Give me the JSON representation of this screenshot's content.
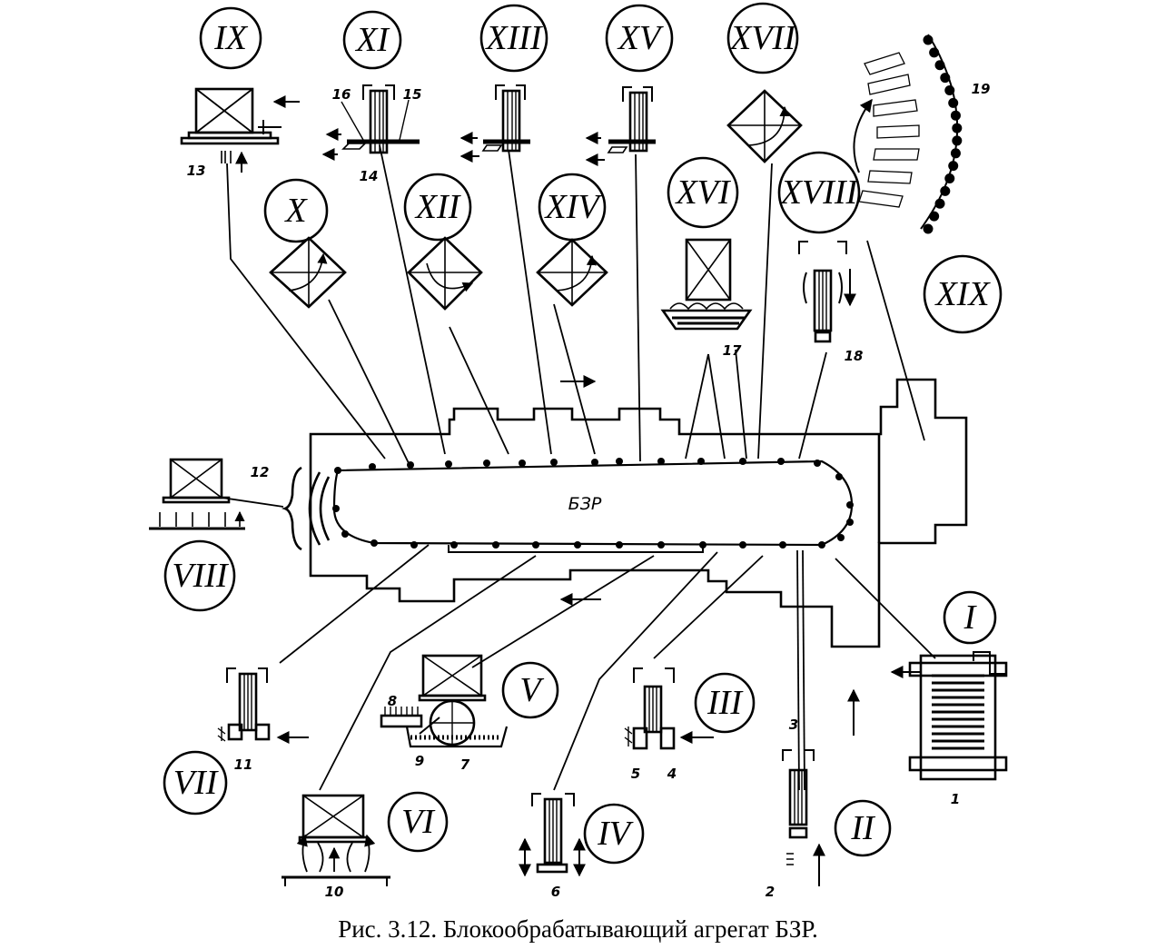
{
  "caption": "Рис. 3.12. Блокообрабатывающий агрегат БЗР.",
  "center_label": "БЗР",
  "stations": [
    {
      "id": "I",
      "label": "I"
    },
    {
      "id": "II",
      "label": "II"
    },
    {
      "id": "III",
      "label": "III"
    },
    {
      "id": "IV",
      "label": "IV"
    },
    {
      "id": "V",
      "label": "V"
    },
    {
      "id": "VI",
      "label": "VI"
    },
    {
      "id": "VII",
      "label": "VII"
    },
    {
      "id": "VIII",
      "label": "VIII"
    },
    {
      "id": "IX",
      "label": "IX"
    },
    {
      "id": "X",
      "label": "X"
    },
    {
      "id": "XI",
      "label": "XI"
    },
    {
      "id": "XII",
      "label": "XII"
    },
    {
      "id": "XIII",
      "label": "XIII"
    },
    {
      "id": "XIV",
      "label": "XIV"
    },
    {
      "id": "XV",
      "label": "XV"
    },
    {
      "id": "XVI",
      "label": "XVI"
    },
    {
      "id": "XVII",
      "label": "XVII"
    },
    {
      "id": "XVIII",
      "label": "XVIII"
    },
    {
      "id": "XIX",
      "label": "XIX"
    }
  ],
  "numbers": [
    "1",
    "2",
    "3",
    "4",
    "5",
    "6",
    "7",
    "8",
    "9",
    "10",
    "11",
    "12",
    "13",
    "14",
    "15",
    "16",
    "17",
    "18",
    "19"
  ]
}
